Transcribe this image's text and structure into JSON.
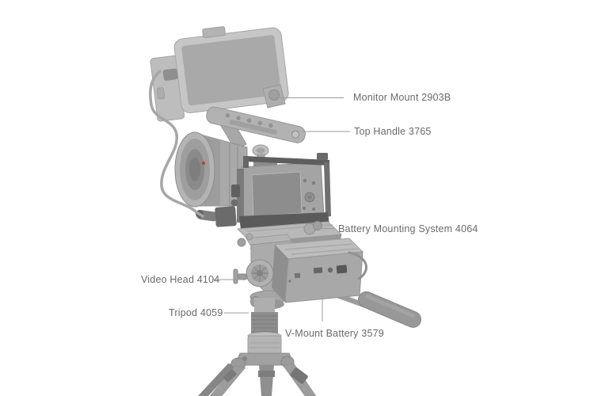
{
  "diagram": {
    "labels": {
      "monitor_mount": "Monitor Mount 2903B",
      "top_handle": "Top Handle 3765",
      "battery_mounting": "Battery Mounting System 4064",
      "video_head": "Video Head 4104",
      "tripod": "Tripod 4059",
      "v_mount_battery": "V-Mount Battery 3579"
    },
    "colors": {
      "background": "#ffffff",
      "label_text": "#6a6a6a",
      "leader_line": "#9b9b9b",
      "product_gray": "#a8a8a8",
      "accent_red": "#b8443a"
    }
  }
}
